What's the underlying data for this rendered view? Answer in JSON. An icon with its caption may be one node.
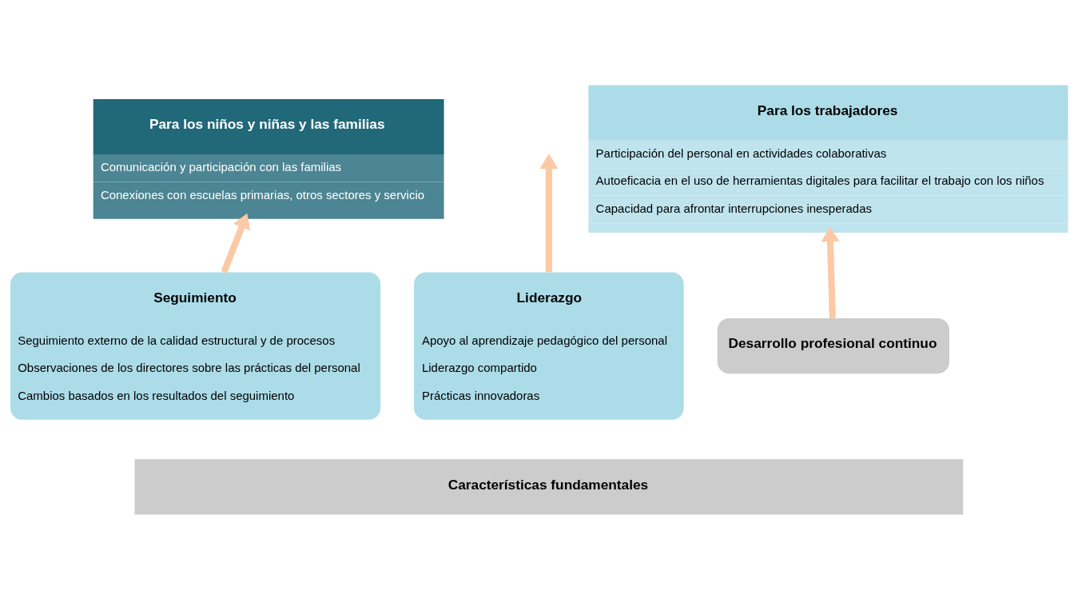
{
  "diagram": {
    "nodes": [
      {
        "text": [
          "Para los niños y niñas y las familias",
          "Comunicación y participación con las familias",
          "Conexiones con escuelas primarias, otros sectores y servicio"
        ]
      },
      {
        "text": [
          "Para los trabajadores",
          "Participación del personal en actividades colaborativas",
          "Autoeficacia en el uso de herramientas digitales para facilitar el trabajo con los niños",
          "Capacidad para afrontar interrupciones inesperadas"
        ]
      },
      {
        "text": [
          "Seguimiento",
          "Seguimiento externo de la calidad estructural y de procesos",
          "Observaciones de los directores sobre las prácticas del personal",
          "Cambios basados en los resultados del seguimiento"
        ]
      },
      {
        "text": [
          "Liderazgo",
          "Apoyo al aprendizaje pedagógico del personal",
          "Liderazgo compartido",
          "Prácticas innovadoras"
        ]
      },
      {
        "text": [
          "Desarrollo profesional continuo"
        ]
      },
      {
        "text": [
          "Características fundamentales"
        ]
      }
    ],
    "edges": [
      {
        "from": 2,
        "to": 0,
        "arrow": "to"
      },
      {
        "from": 3,
        "to": null,
        "arrow": "to"
      },
      {
        "from": 4,
        "to": 1,
        "arrow": "to"
      }
    ]
  }
}
